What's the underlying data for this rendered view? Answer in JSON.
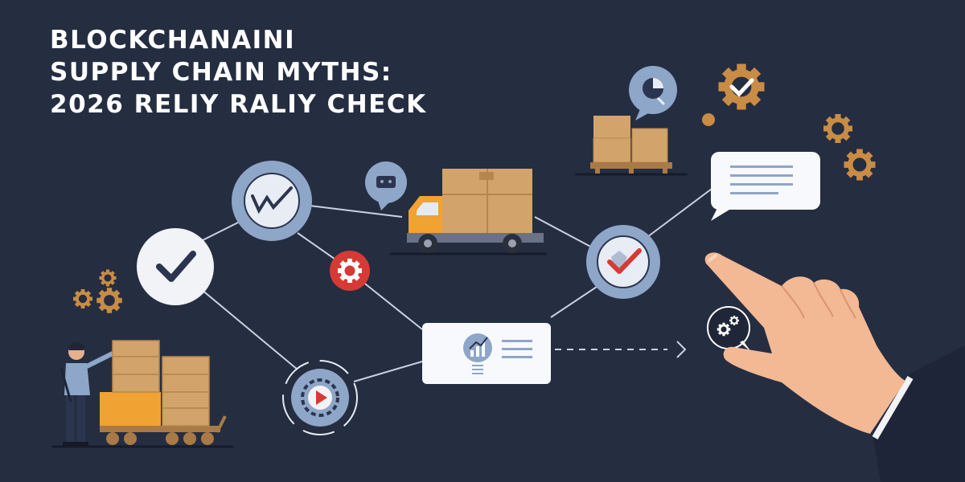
{
  "title": {
    "line1": "BLOCKCHANAINI",
    "line2": "SUPPLY CHAIN MYTHS:",
    "line3": "2026 RELIY RALIY CHECK"
  },
  "colors": {
    "background": "#252d41",
    "node_blue": "#8ea6c8",
    "node_white": "#f1f3f6",
    "accent_red": "#d63a35",
    "gear_gold": "#c98c45",
    "box_tan": "#d2a46c",
    "truck_orange": "#f0a233"
  },
  "icons": [
    "check-icon",
    "trend-icon",
    "gear-icon",
    "play-icon",
    "chart-icon",
    "pie-chart-icon",
    "speech-bubble-icon",
    "pointing-hand-icon",
    "truck-icon",
    "box-icon"
  ]
}
